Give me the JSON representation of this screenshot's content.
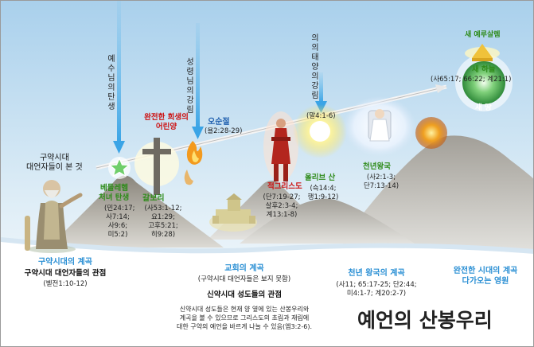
{
  "title": "예언의 산봉우리",
  "arrows": {
    "jesus_birth": "예수님의 탄생",
    "spirit_descent": "성령님의 강림",
    "sun_of_righteousness": "의의 태양의 강림"
  },
  "ot_prophets": {
    "line1": "구약시대",
    "line2": "대언자들이 본 것"
  },
  "bethlehem": {
    "line1": "베들레헴",
    "line2": "처녀 탄생",
    "refs": [
      "(민24:17;",
      "사7:14;",
      "사9:6;",
      "미5:2)"
    ]
  },
  "calvary": {
    "top1": "완전한 희생의",
    "top2": "어린양",
    "name": "갈보리",
    "refs_col1": [
      "(사53:1-12;",
      "요1:29;",
      "고후5:21;",
      "히9:28)"
    ]
  },
  "pentecost": {
    "name": "오순절",
    "ref": "(욜2:28-29)"
  },
  "antichrist": {
    "name": "적그리스도",
    "refs": [
      "(단7:19-27;",
      "살후2:3-4;",
      "계13:1-8)"
    ]
  },
  "olivet": {
    "ref_top": "(말4:1-6)",
    "name": "올리브 산",
    "refs": [
      "(슥14:4;",
      "행1:9-12)"
    ]
  },
  "millennium_kingdom": {
    "name": "천년왕국",
    "refs": [
      "(사2:1-3;",
      "단7:13-14)"
    ]
  },
  "new_jerusalem": "새 예루살렘",
  "new_heaven": {
    "name": "새 하늘",
    "refs": "(사65:17; 66:22; 계21:1)"
  },
  "new_earth": "새 땅",
  "valley_ot": {
    "title": "구약시대의 계곡",
    "sub": "구약시대 대언자들의 관점",
    "ref": "(벧전1:10-12)"
  },
  "valley_church": {
    "title": "교회의 계곡",
    "sub": "(구약시대 대언자들은 보지 못함)",
    "heading": "신약시대 성도들의 관점",
    "body": [
      "신약시대 성도들은 현재 양 옆에 있는 산봉우리와",
      "계곡을 볼 수 있으므로 그리스도의 초림과 재림에",
      "대한 구약의 예언을 바르게 나눌 수 있음(엡3:2-6)."
    ]
  },
  "valley_millennium": {
    "title": "천년 왕국의 계곡",
    "refs": [
      "(사11; 65:17-25; 단2:44;",
      "미4:1-7; 계20:2-7)"
    ]
  },
  "valley_eternal": {
    "line1": "완전한 시대의 계곡",
    "line2": "다가오는 영원"
  },
  "colors": {
    "green": "#2e8b1a",
    "red": "#cc1111",
    "blue": "#1f5fae",
    "sky_top": "#a9d0ec",
    "mountain": "#8c877c"
  },
  "icons": [
    "star-icon",
    "cross-icon",
    "flame-icon",
    "prophet-figure",
    "antichrist-figure",
    "sun-icon",
    "throne-figure",
    "fireball-icon",
    "earth-globe-icon",
    "golden-city-icon",
    "temple-city-icon"
  ]
}
